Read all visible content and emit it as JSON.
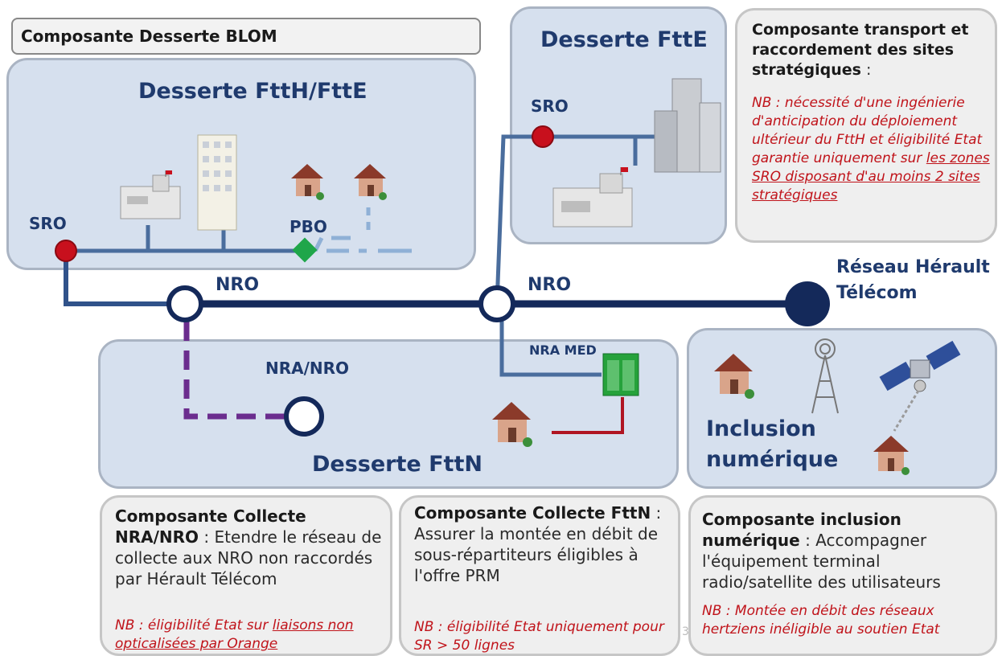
{
  "header": {
    "title": "Composante Desserte BLOM"
  },
  "panels": {
    "ftth_ftte": {
      "title": "Desserte FttH/FttE",
      "sro": "SRO",
      "pbo": "PBO"
    },
    "ftte": {
      "title": "Desserte FttE",
      "sro": "SRO"
    },
    "fttn": {
      "title": "Desserte FttN",
      "nra_nro": "NRA/NRO",
      "nra_med": "NRA MED"
    },
    "inclusion": {
      "title_line1": "Inclusion",
      "title_line2": "numérique"
    }
  },
  "network": {
    "nro_left": "NRO",
    "nro_right": "NRO",
    "reseau_line1": "Réseau Hérault",
    "reseau_line2": "Télécom"
  },
  "notes": {
    "transport": {
      "title": "Composante transport et raccordement des sites stratégiques",
      "suffix": " :",
      "nb_plain": "NB : nécessité d'une ingénierie d'anticipation du déploiement ultérieur du FttH et éligibilité Etat garantie uniquement sur ",
      "nb_underlined": "les zones SRO disposant d'au moins 2 sites stratégiques"
    },
    "collecte_nra": {
      "title": "Composante Collecte NRA/NRO",
      "text": " : Etendre le réseau de collecte aux NRO non raccordés par Hérault Télécom",
      "nb_plain": "NB : éligibilité Etat sur ",
      "nb_underlined": "liaisons non opticalisées par Orange"
    },
    "collecte_fttn": {
      "title": "Composante Collecte FttN",
      "text": " : Assurer la montée en débit de sous-répartiteurs éligibles à l'offre PRM",
      "nb": "NB : éligibilité Etat uniquement pour  SR > 50 lignes"
    },
    "inclusion": {
      "title": "Composante inclusion numérique",
      "text": " : Accompagner l'équipement terminal radio/satellite des utilisateurs",
      "nb": "NB : Montée en débit des réseaux hertziens inéligible au soutien Etat"
    },
    "page_number": "3"
  },
  "colors": {
    "backbone": "#14295a",
    "branch": "#4a6d9d",
    "collecte_dashed": "#6b2d8e",
    "sro_node": "#c8101d",
    "pbo_node": "#1fa64a",
    "nra_med_link": "#b01522"
  }
}
